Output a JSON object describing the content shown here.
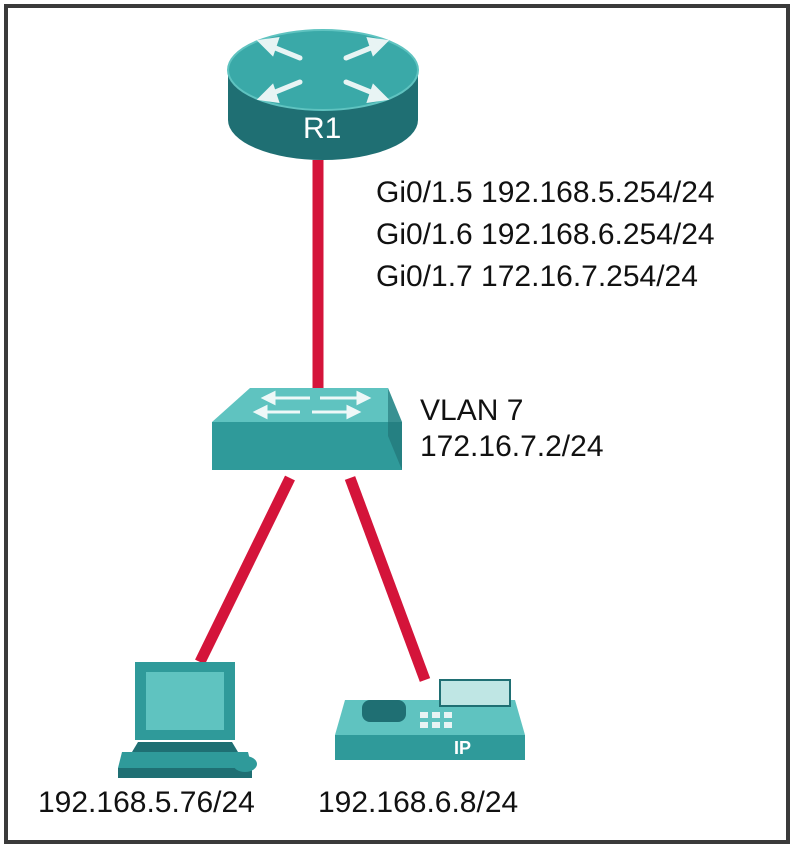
{
  "colors": {
    "link": "#d4143a",
    "device_teal": "#2f9a9a",
    "device_dark": "#1f6f73",
    "device_light": "#5fc3c0",
    "frame": "#3a3a3a"
  },
  "router": {
    "name": "R1",
    "icon": "router-icon",
    "subinterfaces": [
      "Gi0/1.5 192.168.5.254/24",
      "Gi0/1.6 192.168.6.254/24",
      "Gi0/1.7 172.16.7.254/24"
    ]
  },
  "switch": {
    "icon": "switch-icon",
    "vlan_label": "VLAN 7",
    "address": "172.16.7.2/24"
  },
  "pc": {
    "icon": "pc-icon",
    "address": "192.168.5.76/24"
  },
  "phone": {
    "icon": "ip-phone-icon",
    "badge": "IP",
    "address": "192.168.6.8/24"
  }
}
